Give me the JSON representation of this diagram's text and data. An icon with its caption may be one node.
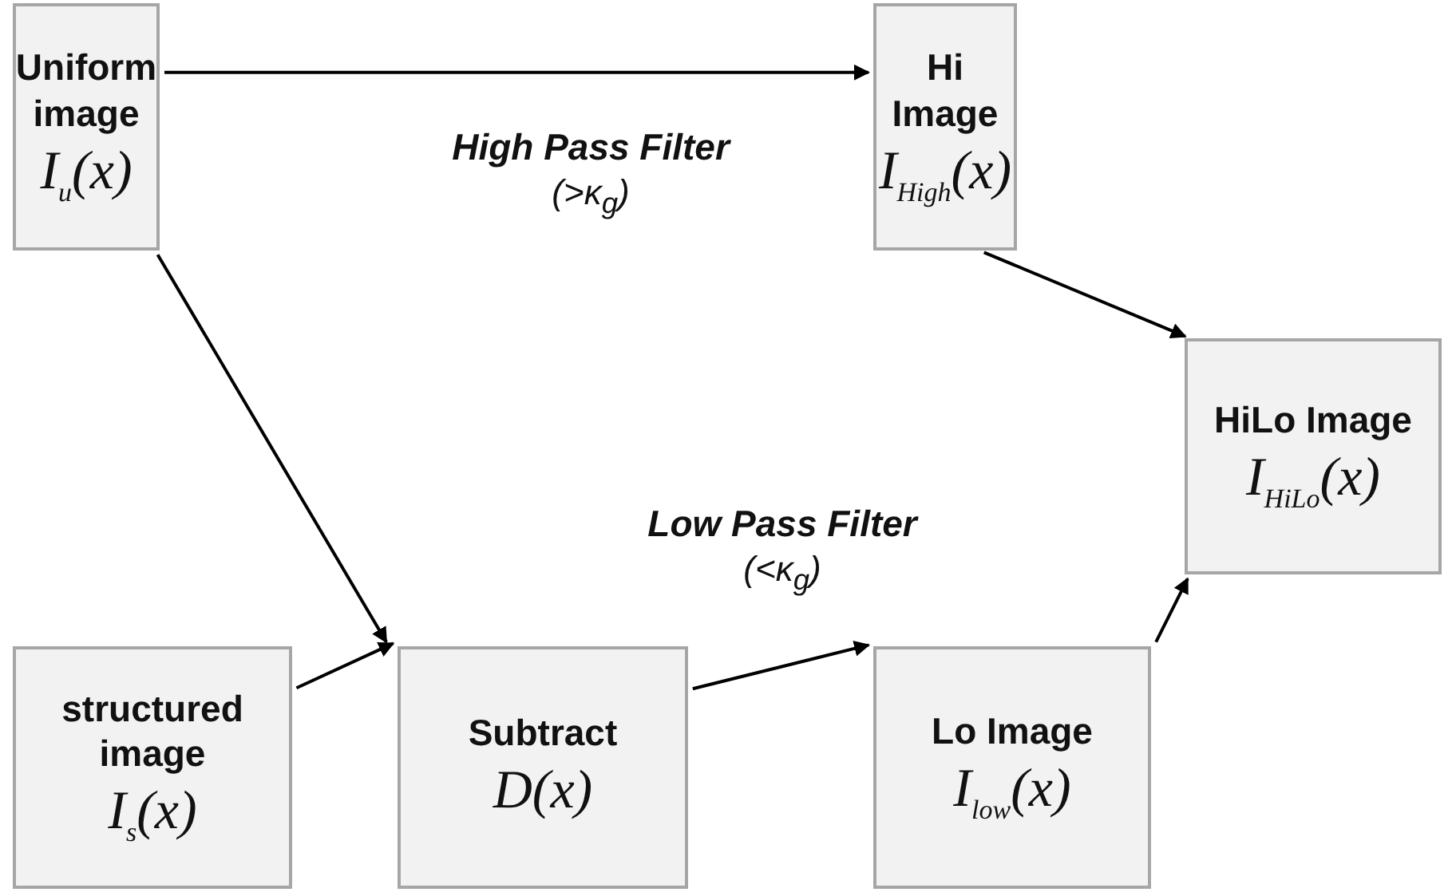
{
  "diagram": {
    "nodes": [
      {
        "text": [
          "Uniform image",
          "I$_{u}$(x)"
        ]
      },
      {
        "text": [
          "Hi Image",
          "I$_{High}$(x)"
        ]
      },
      {
        "text": [
          "HiLo Image",
          "I$_{HiLo}$(x)"
        ]
      },
      {
        "text": [
          "structured image",
          "I$_{s}$(x)"
        ]
      },
      {
        "text": [
          "Subtract",
          "D(x)"
        ]
      },
      {
        "text": [
          "Lo Image",
          "I$_{low}$(x)"
        ]
      }
    ],
    "edges": [
      {
        "from": 0,
        "to": 1,
        "arrow": "to",
        "label": "**High Pass Filter** (>κ$_{g}$)"
      },
      {
        "from": 1,
        "to": 2,
        "arrow": "to"
      },
      {
        "from": 0,
        "to": 4,
        "arrow": "to"
      },
      {
        "from": 3,
        "to": 4,
        "arrow": "to"
      },
      {
        "from": 4,
        "to": 5,
        "arrow": "to",
        "label": "**Low Pass Filter** (<κ$_{g}$)"
      },
      {
        "from": 5,
        "to": 2,
        "arrow": "to"
      }
    ]
  }
}
